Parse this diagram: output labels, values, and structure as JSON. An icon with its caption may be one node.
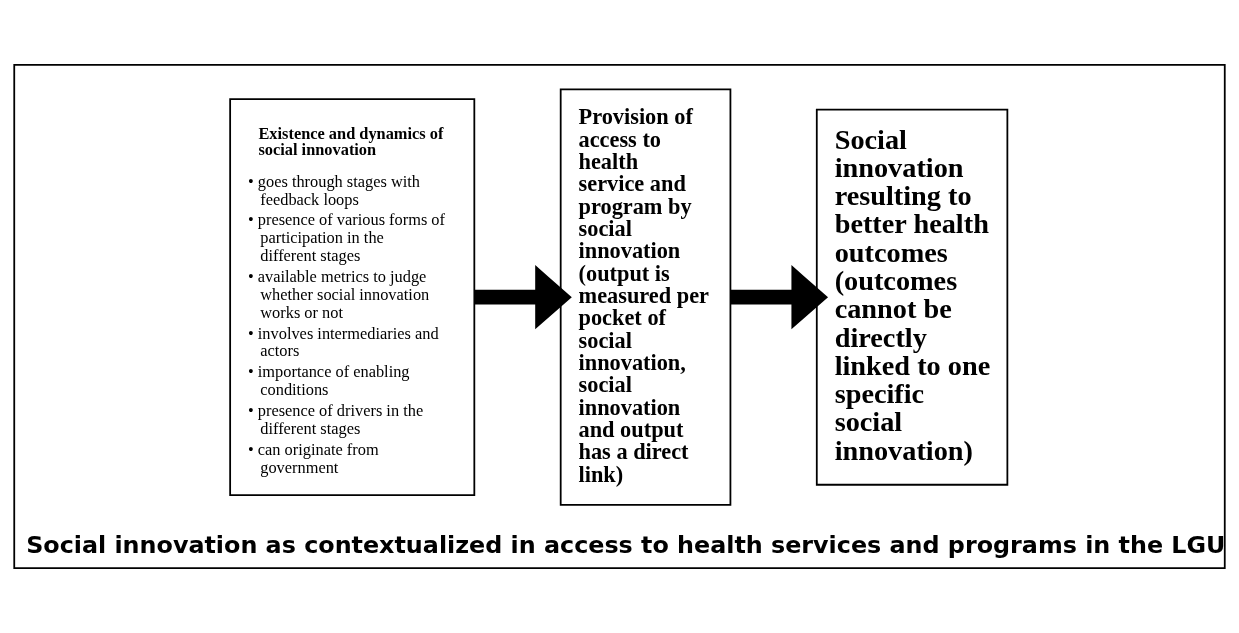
{
  "diagram": {
    "nodes": [
      {
        "text": [
          "Social innovation as contextualized in access to health services and programs in the LGU"
        ]
      },
      {
        "text": [
          "Existence and dynamics of social innovation",
          "• goes through stages with feedback loops",
          "• presence of various forms of participation in the different stages",
          "• available metrics to judge whether social innovation works or not",
          "• involves intermediaries and actors",
          "• importance of enabling conditions",
          "• presence of drivers in the different stages",
          "• can originate from government"
        ],
        "in": 0
      },
      {
        "text": [
          "Provision of access to health service and program by social innovation (output is measured per pocket of social innovation, social innovation and output has a direct link)"
        ],
        "in": 0
      },
      {
        "text": [
          "Social innovation resulting to better health outcomes (outcomes cannot be directly linked to one specific social innovation)"
        ],
        "in": 0
      }
    ],
    "edges": [
      {
        "from": 1,
        "to": 2,
        "arrow": "to"
      },
      {
        "from": 2,
        "to": 3,
        "arrow": "to"
      }
    ]
  }
}
